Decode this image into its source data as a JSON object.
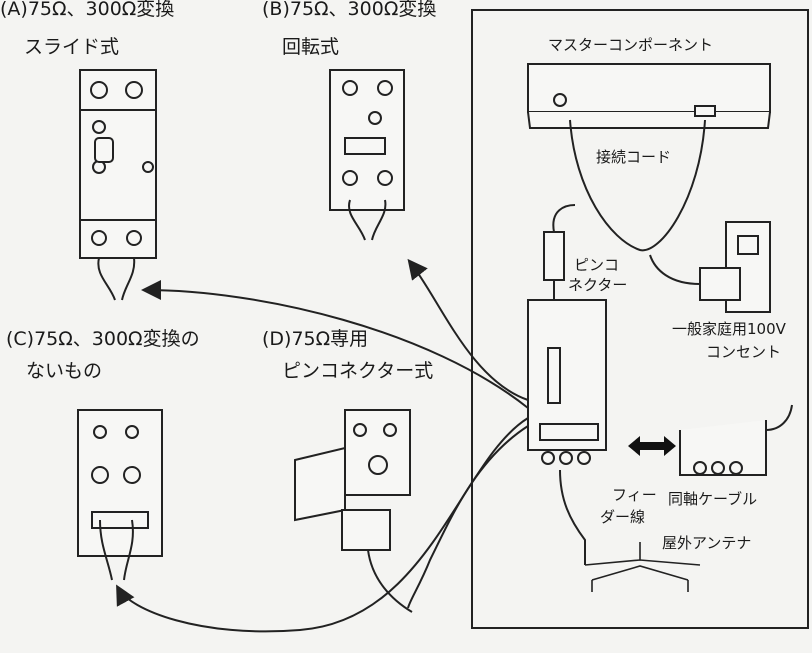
{
  "labels": {
    "a_title": "(A)75Ω、300Ω変換",
    "a_sub": "スライド式",
    "b_title": "(B)75Ω、300Ω変換",
    "b_sub": "回転式",
    "c_title": "(C)75Ω、300Ω変換の",
    "c_sub": "ないもの",
    "d_title": "(D)75Ω専用",
    "d_sub": "ピンコネクター式",
    "master": "マスターコンポーネント",
    "cord": "接続コード",
    "pin_1": "ピンコ",
    "pin_2": "ネクター",
    "outlet_1": "一般家庭用100V",
    "outlet_2": "コンセント",
    "feeder_1": "フィー",
    "feeder_2": "ダー線",
    "coax": "同軸ケーブル",
    "antenna": "屋外アンテナ"
  }
}
